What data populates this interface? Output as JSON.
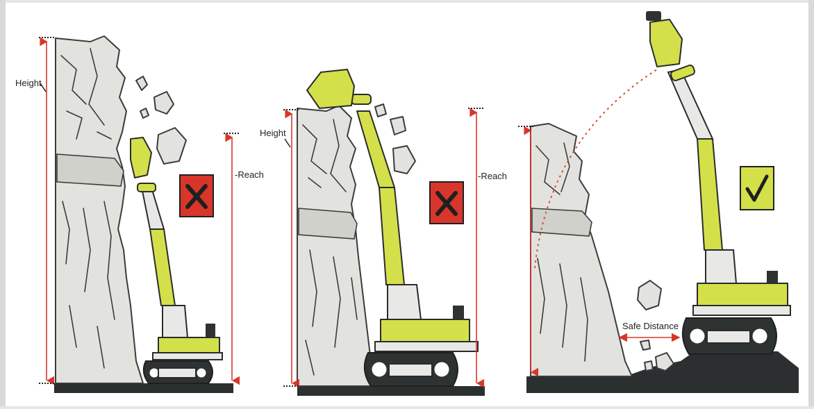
{
  "panels": [
    {
      "id": "panel-1",
      "height_label": "Height",
      "reach_label": "-Reach",
      "status": "unsafe",
      "badge_symbol": "✕",
      "badge_color": "#d9362b"
    },
    {
      "id": "panel-2",
      "height_label": "Height",
      "reach_label": "-Reach",
      "status": "unsafe",
      "badge_symbol": "✕",
      "badge_color": "#d9362b"
    },
    {
      "id": "panel-3",
      "distance_label": "Safe Distance",
      "status": "safe",
      "badge_symbol": "✓",
      "badge_color": "#d4e04a"
    }
  ],
  "colors": {
    "machine": "#d4e04a",
    "rock": "#e2e3de",
    "ground": "#2c2f2f",
    "measure_line": "#d9362b"
  }
}
